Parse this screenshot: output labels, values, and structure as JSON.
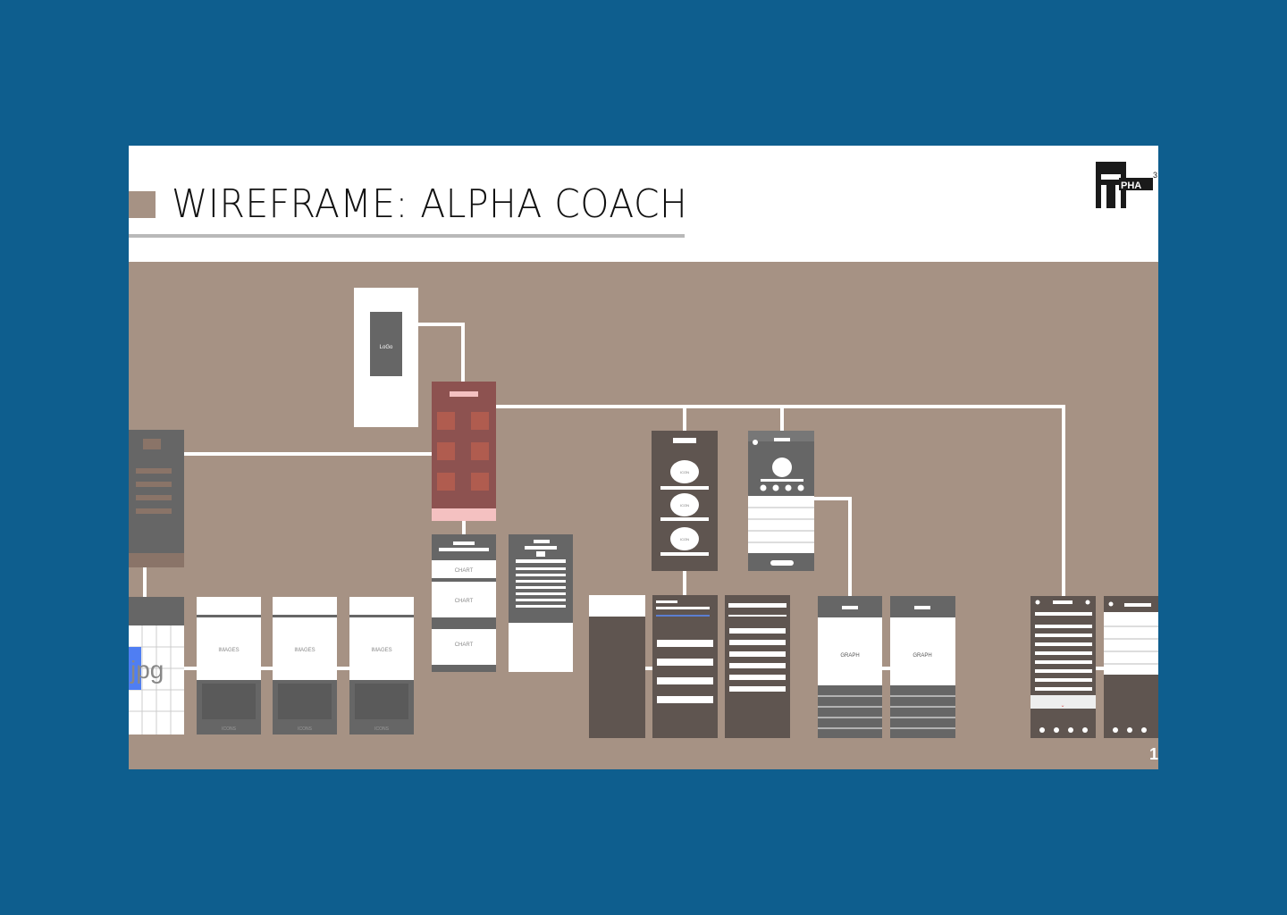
{
  "slide": {
    "title": "WIREFRAME: ALPHA COACH",
    "page_number": "1",
    "logo_text": "PHA",
    "logo_superscript": "3"
  },
  "wireframe": {
    "splash_logo": "LoGo",
    "chart_labels": [
      "CHART",
      "CHART",
      "CHART"
    ],
    "icon_labels": [
      "ICON",
      "ICON",
      "ICON"
    ],
    "image_labels": [
      "IMAGES",
      "IMAGES",
      "IMAGES"
    ],
    "icons_labels": [
      "ICONS",
      "ICONS",
      "ICONS"
    ],
    "graph_labels": [
      "GRAPH",
      "GRAPH"
    ],
    "jpg_label": "jpg"
  },
  "colors": {
    "page_background": "#0e5e8e",
    "canvas": "#a69284",
    "screen_dark": "#666666",
    "screen_brown": "#5f5550",
    "menu_red": "#8d5250",
    "menu_pink": "#f4c1c1",
    "connector": "#ffffff"
  }
}
